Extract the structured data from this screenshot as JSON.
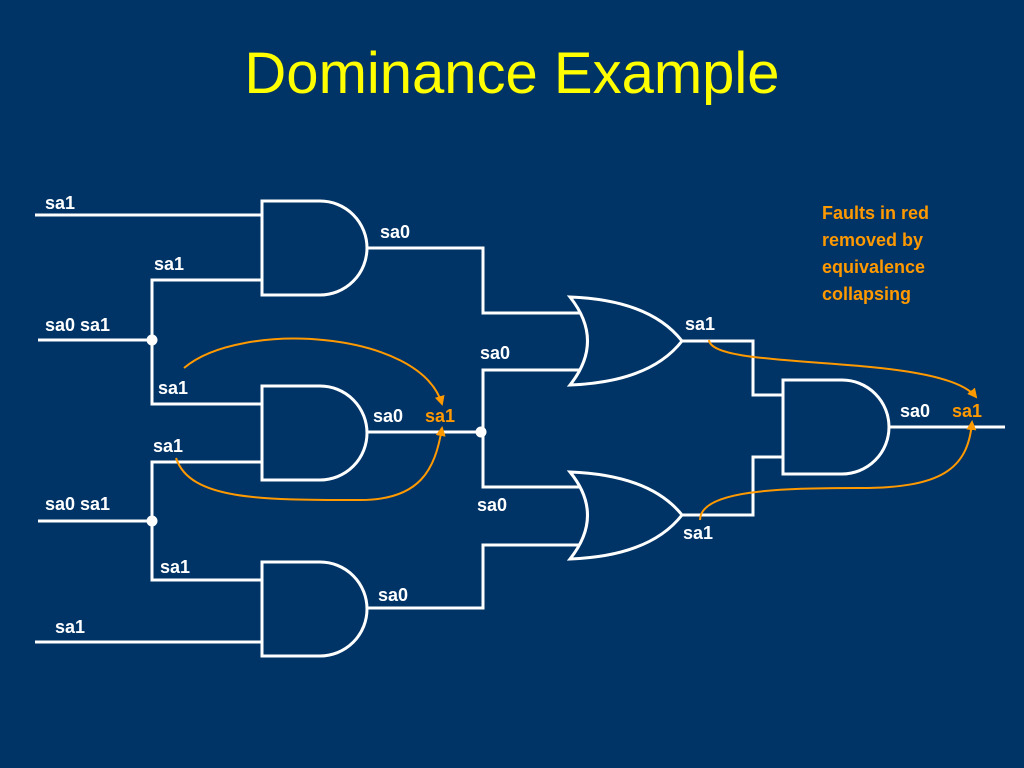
{
  "slide": {
    "title": "Dominance Example",
    "note": [
      "Faults in red",
      "removed by",
      "equivalence",
      "collapsing"
    ]
  },
  "labels": {
    "in_a": "sa1",
    "in_b": "sa0 sa1",
    "in_c": "sa0 sa1",
    "in_d": "sa1",
    "branch_b1": "sa1",
    "branch_b2": "sa1",
    "branch_c1": "sa1",
    "branch_c2": "sa1",
    "and1_out": "sa0",
    "and2_out_keep": "sa0",
    "and2_out_removed": "sa1",
    "and3_out": "sa0",
    "or1_in_b": "sa0",
    "or2_in_a": "sa0",
    "or1_out": "sa1",
    "or2_out": "sa1",
    "final_out_keep": "sa0",
    "final_out_removed": "sa1"
  },
  "colors": {
    "background": "#003366",
    "title": "#ffff00",
    "wire": "#ffffff",
    "removed_fault": "#ff9900"
  }
}
